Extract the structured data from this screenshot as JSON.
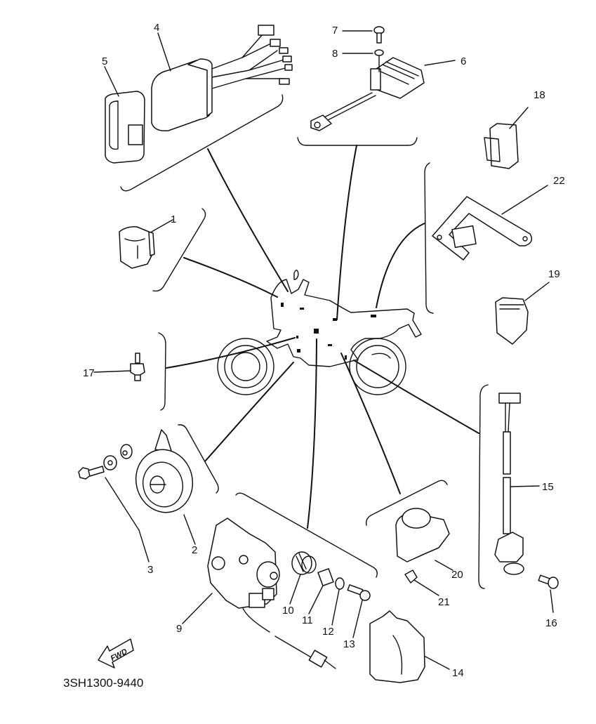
{
  "diagram": {
    "title_code": "3SH1300-9440",
    "direction_marker": "FWD",
    "parts": [
      {
        "ref": "1",
        "label": "1"
      },
      {
        "ref": "2",
        "label": "2"
      },
      {
        "ref": "3",
        "label": "3"
      },
      {
        "ref": "4",
        "label": "4"
      },
      {
        "ref": "5",
        "label": "5"
      },
      {
        "ref": "6",
        "label": "6"
      },
      {
        "ref": "7",
        "label": "7"
      },
      {
        "ref": "8",
        "label": "8"
      },
      {
        "ref": "9",
        "label": "9"
      },
      {
        "ref": "10",
        "label": "10"
      },
      {
        "ref": "11",
        "label": "11"
      },
      {
        "ref": "12",
        "label": "12"
      },
      {
        "ref": "13",
        "label": "13"
      },
      {
        "ref": "14",
        "label": "14"
      },
      {
        "ref": "15",
        "label": "15"
      },
      {
        "ref": "16",
        "label": "16"
      },
      {
        "ref": "17",
        "label": "17"
      },
      {
        "ref": "18",
        "label": "18"
      },
      {
        "ref": "19",
        "label": "19"
      },
      {
        "ref": "20",
        "label": "20"
      },
      {
        "ref": "21",
        "label": "21"
      },
      {
        "ref": "22",
        "label": "22"
      }
    ]
  }
}
